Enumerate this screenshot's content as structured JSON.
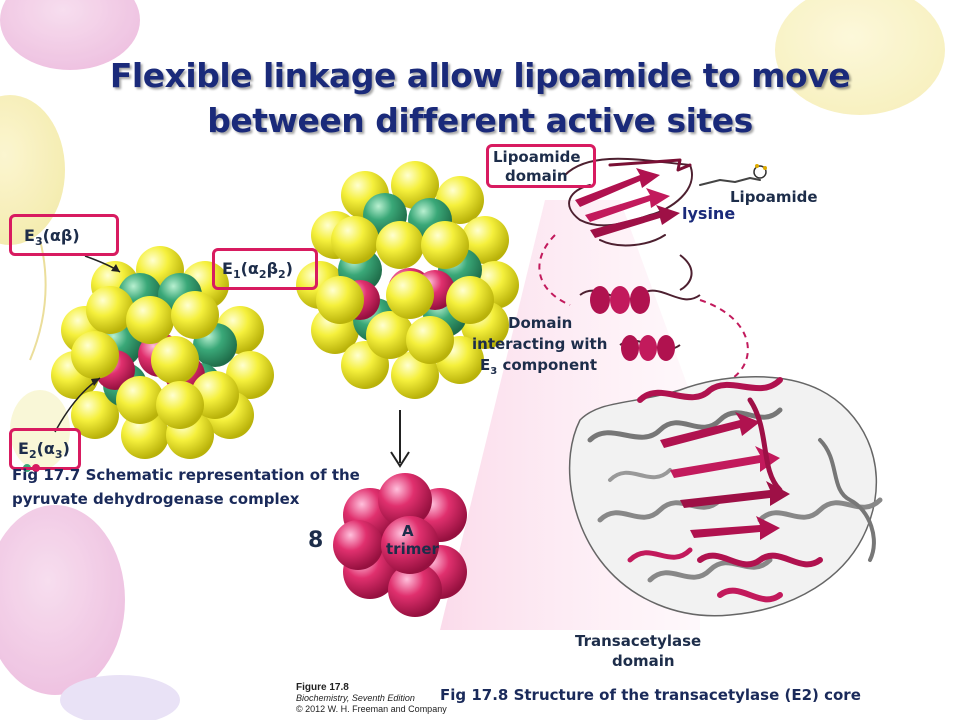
{
  "title": {
    "line1": "Flexible linkage allow lipoamide to move",
    "line2": "between different active sites"
  },
  "complex": {
    "e3": {
      "name": "E",
      "sub": "3",
      "rest": "(αβ)"
    },
    "e1": {
      "name": "E",
      "sub": "1",
      "rest": "(α",
      "sub2": "2",
      "mid": "β",
      "sub3": "2",
      "close": ")"
    },
    "e2": {
      "name": "E",
      "sub": "2",
      "rest": "(α",
      "sub2": "3",
      "close": ")"
    },
    "caption_line1": "Fig 17.7 Schematic representation of the",
    "caption_line2": "pyruvate dehydrogenase complex",
    "trimer_count": "8",
    "trimer_label_1": "A",
    "trimer_label_2": "trimer"
  },
  "structure": {
    "lipoamide_domain_1": "Lipoamide",
    "lipoamide_domain_2": "domain",
    "lipoamide": "Lipoamide",
    "lysine": "lysine",
    "interact_1": "Domain",
    "interact_2": "interacting with",
    "interact_3": "E",
    "interact_3_sub": "3",
    "interact_3_rest": " component",
    "transacetylase_1": "Transacetylase",
    "transacetylase_2": "domain",
    "caption": "Fig 17.8 Structure of the transacetylase (E2) core"
  },
  "publisher": {
    "figure": "Figure 17.8",
    "book": "Biochemistry, Seventh Edition",
    "copyright": "© 2012 W. H. Freeman and Company"
  },
  "colors": {
    "title": "#1a2a7a",
    "callout_box": "#d81b60",
    "sphere_yellow": "#f2ee3a",
    "sphere_green": "#3aa878",
    "sphere_pink": "#d81b60",
    "ribbon": "#b0124f"
  }
}
